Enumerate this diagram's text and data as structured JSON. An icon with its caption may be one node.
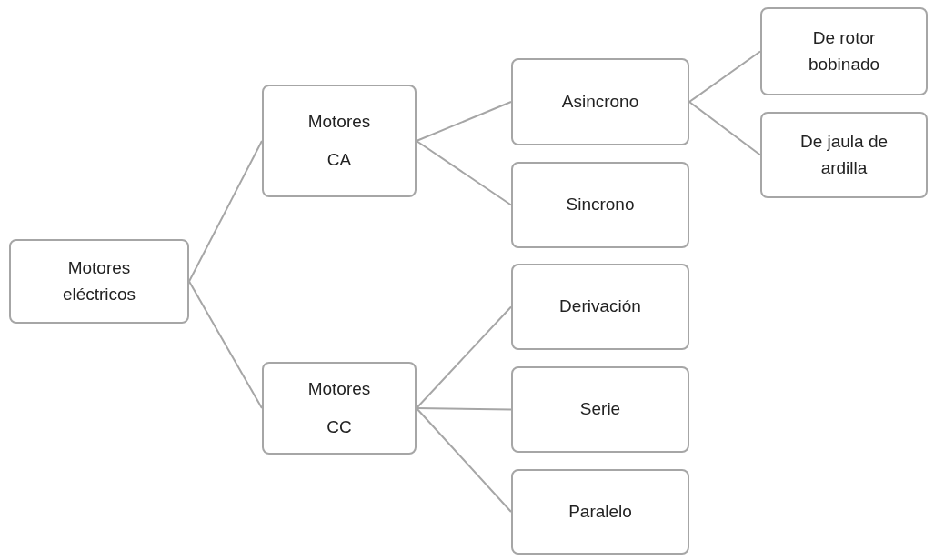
{
  "diagram": {
    "nodes": [
      {
        "text": [
          "Motores eléctricos"
        ]
      },
      {
        "text": [
          "Motores CA"
        ]
      },
      {
        "text": [
          "Asincrono"
        ]
      },
      {
        "text": [
          "Sincrono"
        ]
      },
      {
        "text": [
          "De rotor bobinado"
        ]
      },
      {
        "text": [
          "De jaula de ardilla"
        ]
      },
      {
        "text": [
          "Motores CC"
        ]
      },
      {
        "text": [
          "Derivación"
        ]
      },
      {
        "text": [
          "Serie"
        ]
      },
      {
        "text": [
          "Paralelo"
        ]
      }
    ],
    "edges": [
      {
        "from": 0,
        "to": 1,
        "arrow": "none"
      },
      {
        "from": 0,
        "to": 6,
        "arrow": "none"
      },
      {
        "from": 1,
        "to": 2,
        "arrow": "none"
      },
      {
        "from": 1,
        "to": 3,
        "arrow": "none"
      },
      {
        "from": 2,
        "to": 4,
        "arrow": "none"
      },
      {
        "from": 2,
        "to": 5,
        "arrow": "none"
      },
      {
        "from": 6,
        "to": 7,
        "arrow": "none"
      },
      {
        "from": 6,
        "to": 8,
        "arrow": "none"
      },
      {
        "from": 6,
        "to": 9,
        "arrow": "none"
      }
    ]
  }
}
